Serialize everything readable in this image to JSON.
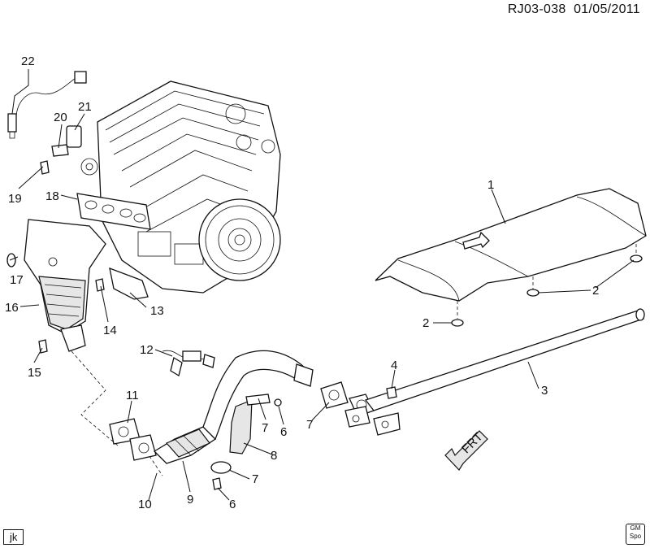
{
  "header": {
    "ref": "RJ03-038",
    "date": "01/05/2011"
  },
  "footer": {
    "tag": "jk",
    "logo_top": "GM",
    "logo_bottom": "Spo"
  },
  "front_arrow": "FRT",
  "callouts": {
    "c1": "1",
    "c2a": "2",
    "c2b": "2",
    "c3": "3",
    "c4": "4",
    "c6a": "6",
    "c6b": "6",
    "c7a": "7",
    "c7b": "7",
    "c7c": "7",
    "c8": "8",
    "c9": "9",
    "c10": "10",
    "c11": "11",
    "c12": "12",
    "c13": "13",
    "c14": "14",
    "c15": "15",
    "c16": "16",
    "c17": "17",
    "c18": "18",
    "c19": "19",
    "c20": "20",
    "c21": "21",
    "c22": "22"
  }
}
